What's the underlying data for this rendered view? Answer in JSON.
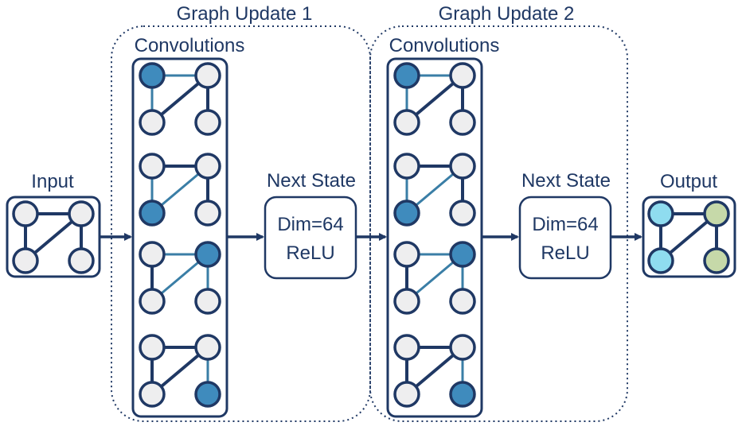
{
  "colors": {
    "navy": "#1f3864",
    "edge_highlight": "#3a7ea6",
    "node_default": "#eeeeef",
    "node_highlight": "#3f8bbd",
    "node_output_cyan": "#8fdcef",
    "node_output_green": "#c6d9a9"
  },
  "labels": {
    "input": "Input",
    "output": "Output",
    "stage1_title": "Graph Update 1",
    "stage2_title": "Graph Update 2",
    "convolutions": "Convolutions",
    "next_state": "Next State",
    "dim": "Dim=64",
    "activation": "ReLU"
  },
  "graph": {
    "nodes": [
      "top-left",
      "top-right",
      "bottom-left",
      "bottom-right"
    ],
    "edges": [
      [
        "top-left",
        "top-right"
      ],
      [
        "top-left",
        "bottom-left"
      ],
      [
        "top-right",
        "bottom-left"
      ],
      [
        "top-right",
        "bottom-right"
      ]
    ]
  },
  "convolution_steps": [
    {
      "target_node": "top-left",
      "highlighted_edges": [
        [
          "top-left",
          "top-right"
        ],
        [
          "top-left",
          "bottom-left"
        ]
      ]
    },
    {
      "target_node": "bottom-left",
      "highlighted_edges": [
        [
          "top-left",
          "bottom-left"
        ],
        [
          "top-right",
          "bottom-left"
        ]
      ]
    },
    {
      "target_node": "top-right",
      "highlighted_edges": [
        [
          "top-left",
          "top-right"
        ],
        [
          "top-right",
          "bottom-left"
        ],
        [
          "top-right",
          "bottom-right"
        ]
      ]
    },
    {
      "target_node": "bottom-right",
      "highlighted_edges": [
        [
          "top-right",
          "bottom-right"
        ]
      ]
    }
  ],
  "output_node_colors": {
    "top-left": "cyan",
    "top-right": "green",
    "bottom-left": "cyan",
    "bottom-right": "green"
  }
}
